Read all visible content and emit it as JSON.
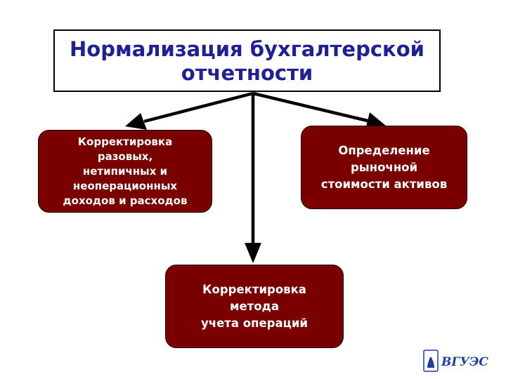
{
  "title": {
    "line1": "Нормализация бухгалтерской",
    "line2": "отчетности"
  },
  "nodes": {
    "left": {
      "lines": [
        "Корректировка",
        "разовых,",
        "нетипичных и",
        "неоперационных",
        "доходов и расходов"
      ]
    },
    "right": {
      "lines": [
        "Определение",
        "рыночной",
        "стоимости активов"
      ]
    },
    "bottom": {
      "lines": [
        "Корректировка",
        "метода",
        "учета операций"
      ]
    }
  },
  "logo": {
    "text": "ВГУЭС"
  },
  "colors": {
    "title_text": "#1f1f96",
    "node_fill": "#7a0000",
    "node_text": "#ffffff",
    "arrow": "#000000",
    "logo": "#1f3f9e"
  }
}
